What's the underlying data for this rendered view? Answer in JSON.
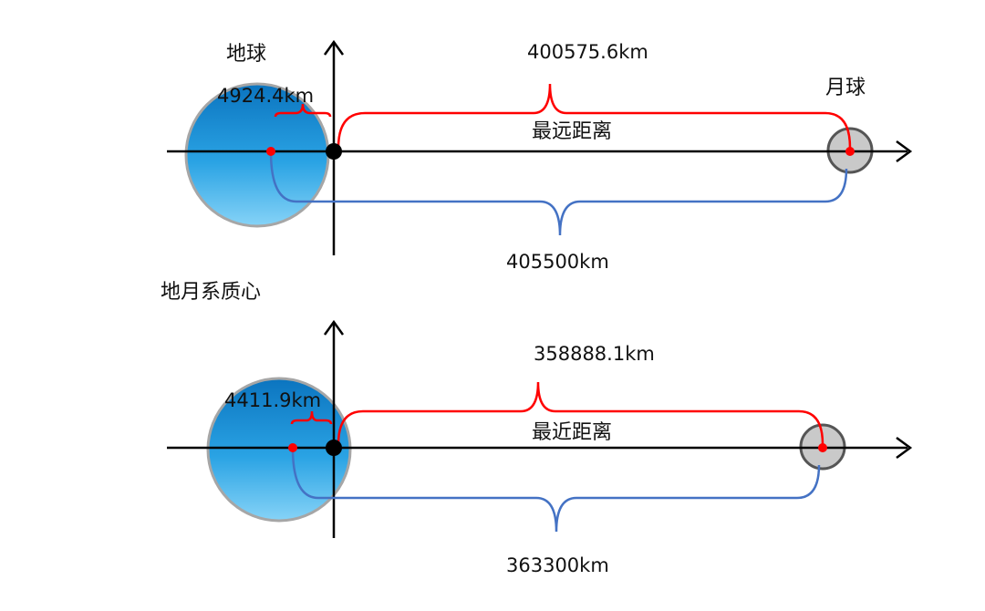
{
  "labels": {
    "earth": "地球",
    "moon": "月球",
    "barycenter": "地月系质心"
  },
  "panels": [
    {
      "title": "最远距离",
      "center_to_center": "400575.6km",
      "barycenter_offset": "4924.4km",
      "total_distance": "405500km"
    },
    {
      "title": "最近距离",
      "center_to_center": "358888.1km",
      "barycenter_offset": "4411.9km",
      "total_distance": "363300km"
    }
  ],
  "colors": {
    "earth_top": "#0c79c2",
    "earth_bottom": "#7fd0f6",
    "moon": "#c9c9c9",
    "red": "#ff0000",
    "blue": "#4472c4",
    "axis": "#000000"
  }
}
